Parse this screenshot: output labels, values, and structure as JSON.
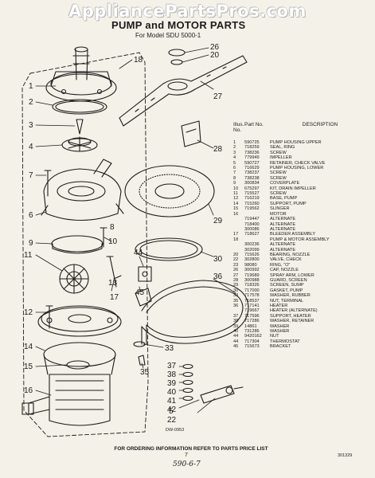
{
  "watermark": "AppliancePartsPros.com",
  "title": "PUMP and MOTOR PARTS",
  "subtitle": "For Model SDU 5000-1",
  "callouts": [
    "1",
    "2",
    "3",
    "4",
    "5",
    "6",
    "7",
    "8",
    "9",
    "10",
    "11",
    "12",
    "13",
    "14",
    "15",
    "16",
    "17",
    "18",
    "20",
    "22",
    "26",
    "27",
    "28",
    "29",
    "30",
    "33",
    "35",
    "36",
    "37",
    "38",
    "39",
    "40",
    "41",
    "42",
    "44",
    "45"
  ],
  "parts_header": {
    "illus_label": "Illus. No.",
    "part_label": "Part No.",
    "desc_label": "DESCRIPTION"
  },
  "parts": [
    {
      "no": "1",
      "pn": "590725",
      "desc": "PUMP HOUSING UPPER"
    },
    {
      "no": "2",
      "pn": "718259",
      "desc": "SEAL, RING"
    },
    {
      "no": "3",
      "pn": "738236",
      "desc": "SCREW"
    },
    {
      "no": "4",
      "pn": "779949",
      "desc": "IMPELLER"
    },
    {
      "no": "5",
      "pn": "590727",
      "desc": "RETAINER, CHECK VALVE"
    },
    {
      "no": "6",
      "pn": "716629",
      "desc": "PUMP HOUSING, LOWER"
    },
    {
      "no": "7",
      "pn": "738237",
      "desc": "SCREW"
    },
    {
      "no": "8",
      "pn": "738238",
      "desc": "SCREW"
    },
    {
      "no": "9",
      "pn": "300834",
      "desc": "COVERPLATE"
    },
    {
      "no": "10",
      "pn": "675297",
      "desc": "KIT, DRAIN IMPELLER"
    },
    {
      "no": "11",
      "pn": "715527",
      "desc": "SCREW"
    },
    {
      "no": "12",
      "pn": "716219",
      "desc": "BASE, PUMP"
    },
    {
      "no": "14",
      "pn": "715260",
      "desc": "SUPPORT, PUMP"
    },
    {
      "no": "15",
      "pn": "719562",
      "desc": "SLINGER"
    },
    {
      "no": "16",
      "pn": "",
      "desc": "MOTOR"
    },
    {
      "no": "",
      "pn": "719447",
      "desc": "ALTERNATE"
    },
    {
      "no": "",
      "pn": "718400",
      "desc": "ALTERNATE"
    },
    {
      "no": "",
      "pn": "300086",
      "desc": "ALTERNATE"
    },
    {
      "no": "17",
      "pn": "718627",
      "desc": "BLEEDER ASSEMBLY"
    },
    {
      "no": "18",
      "pn": "",
      "desc": "PUMP & MOTOR ASSEMBLY"
    },
    {
      "no": "",
      "pn": "300236",
      "desc": "ALTERNATE"
    },
    {
      "no": "",
      "pn": "302099",
      "desc": "ALTERNATE"
    },
    {
      "no": "20",
      "pn": "715626",
      "desc": "BEARING, NOZZLE"
    },
    {
      "no": "22",
      "pn": "302800",
      "desc": "VALVE, CHECK"
    },
    {
      "no": "23",
      "pn": "98080",
      "desc": "RING, \"O\""
    },
    {
      "no": "26",
      "pn": "300992",
      "desc": "CAP, NOZZLE"
    },
    {
      "no": "27",
      "pn": "719689",
      "desc": "SPRAY ARM, LOWER"
    },
    {
      "no": "28",
      "pn": "300988",
      "desc": "GUARD, SCREEN"
    },
    {
      "no": "29",
      "pn": "718326",
      "desc": "SCREEN, SUMP"
    },
    {
      "no": "30",
      "pn": "717000",
      "desc": "GASKET, PUMP"
    },
    {
      "no": "33",
      "pn": "717578",
      "desc": "WASHER, RUBBER"
    },
    {
      "no": "35",
      "pn": "718537",
      "desc": "NUT, TERMINAL"
    },
    {
      "no": "36",
      "pn": "717141",
      "desc": "HEATER"
    },
    {
      "no": "",
      "pn": "719667",
      "desc": "HEATER (ALTERNATE)"
    },
    {
      "no": "37",
      "pn": "717596",
      "desc": "SUPPORT, HEATER"
    },
    {
      "no": "38",
      "pn": "717286",
      "desc": "WASHER, RETAINER"
    },
    {
      "no": "39",
      "pn": "14861",
      "desc": "WASHER"
    },
    {
      "no": "40",
      "pn": "731286",
      "desc": "WASHER"
    },
    {
      "no": "44",
      "pn": "9420162",
      "desc": "NUT"
    },
    {
      "no": "44",
      "pn": "717304",
      "desc": "THERMOSTAT"
    },
    {
      "no": "45",
      "pn": "715673",
      "desc": "BRACKET"
    }
  ],
  "diagram_code": "DW-0953",
  "footer": "FOR ORDERING INFORMATION REFER TO PARTS PRICE LIST",
  "page_number": "7",
  "handwritten_note": "590-6-7",
  "doc_code": "301329",
  "colors": {
    "ink": "#1c1c1c",
    "paper": "#f4f1e8"
  }
}
